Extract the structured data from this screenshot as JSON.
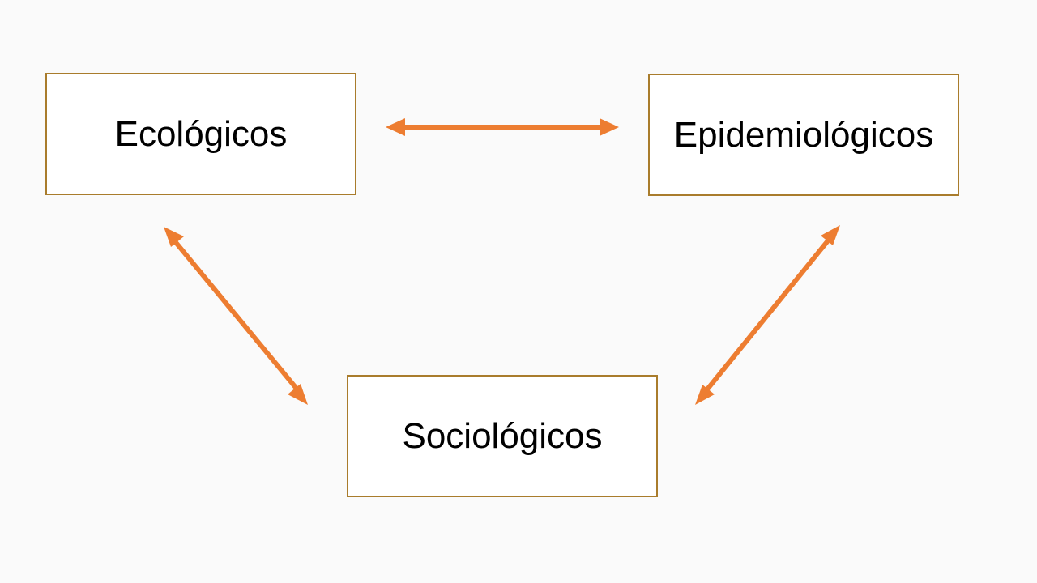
{
  "nodes": {
    "ecologicos": "Ecológicos",
    "epidemiologicos": "Epidemiológicos",
    "sociologicos": "Sociológicos"
  },
  "colors": {
    "arrow": "#ed7d31",
    "box_border": "#a97c2c",
    "box_fill": "#ffffff",
    "background": "#fafafa",
    "text": "#000000"
  }
}
